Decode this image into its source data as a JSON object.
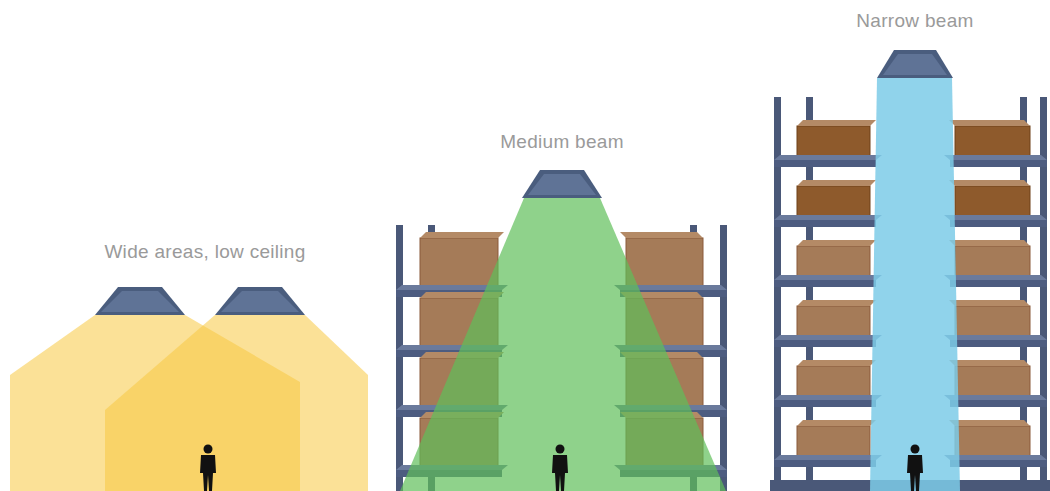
{
  "diagram": {
    "labels": [
      "Wide areas, low ceiling",
      "Medium beam",
      "Narrow beam"
    ]
  }
}
